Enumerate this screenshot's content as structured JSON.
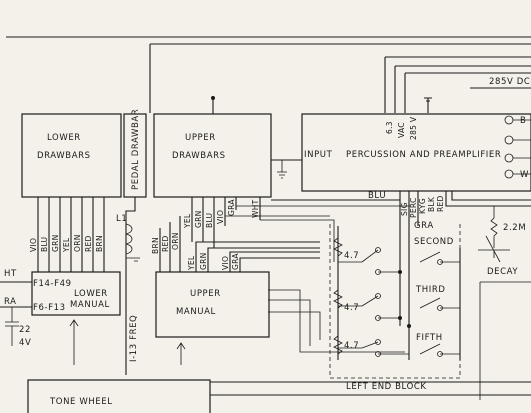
{
  "blocks": {
    "lower_drawbars": [
      "LOWER",
      "DRAWBARS"
    ],
    "pedal_drawbar": "PEDAL DRAWBAR",
    "upper_drawbars": [
      "UPPER",
      "DRAWBARS"
    ],
    "percussion_preamp": "PERCUSSION AND PREAMPLIFIER",
    "lower_manual": [
      "LOWER",
      "MANUAL"
    ],
    "upper_manual": [
      "UPPER",
      "MANUAL"
    ],
    "tone_wheel": "TONE WHEEL"
  },
  "labels": {
    "input": "INPUT",
    "v285_top": "285V DC",
    "v63": "6.3",
    "vac": "VAC",
    "v285": "285 V",
    "sig": "SIG",
    "perc": "PERC",
    "kyg": "KYG",
    "blk": "BLK",
    "red": "RED",
    "wht_upper": "WHT",
    "gra_upper": "GRA",
    "blu_upper": "BLU",
    "r47_1": "4.7",
    "r47_2": "4.7",
    "r47_3": "4.7",
    "second": "SECOND",
    "third": "THIRD",
    "fifth": "FIFTH",
    "gra_sw": "GRA",
    "r22m": "2.2M",
    "decay": "DECAY",
    "left_end_block": "LEFT END BLOCK",
    "f14_f49": "F14-F49",
    "f6_f13": "F6-F13",
    "i13_freq": "I-13 FREQ",
    "l1": "L1",
    "ht": "HT",
    "ra": "RA",
    "cap_22": "22",
    "cap_4v": "4V",
    "out_b": "B",
    "out_w": "W"
  },
  "lower_wires": [
    "VIO",
    "BLU",
    "GRN",
    "YEL",
    "ORN",
    "RED",
    "BRN"
  ],
  "upper_drawbar_wires": [
    "YEL",
    "GRN",
    "BLU",
    "VIO",
    "GRA",
    "WHT"
  ],
  "manual_link_wires": [
    "BRN",
    "RED",
    "ORN"
  ],
  "upper_manual_wires": [
    "YEL",
    "GRN",
    "VIO",
    "GRA"
  ]
}
